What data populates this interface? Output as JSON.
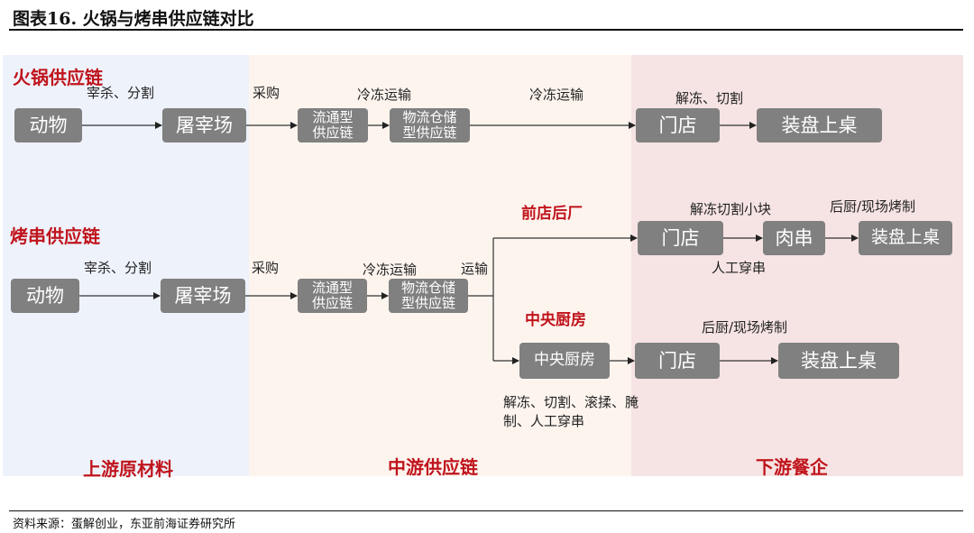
{
  "figure_title": "图表16. 火锅与烤串供应链对比",
  "source": "资料来源：蛋解创业，东亚前海证券研究所",
  "zones": {
    "upstream": "上游原材料",
    "midstream": "中游供应链",
    "downstream": "下游餐企"
  },
  "hotpot": {
    "title": "火锅供应链",
    "nodes": {
      "animal": "动物",
      "slaughterhouse": "屠宰场",
      "circulation": "流通型\n供应链",
      "logistics": "物流仓储\n型供应链",
      "store": "门店",
      "serve": "装盘上桌"
    },
    "labels": {
      "slaughter_cut": "宰杀、分割",
      "purchase": "采购",
      "cold_transport_1": "冷冻运输",
      "cold_transport_2": "冷冻运输",
      "thaw_cut": "解冻、切割"
    }
  },
  "bbq": {
    "title": "烤串供应链",
    "nodes": {
      "animal": "动物",
      "slaughterhouse": "屠宰场",
      "circulation": "流通型\n供应链",
      "logistics": "物流仓储\n型供应链",
      "store_front": "门店",
      "skewer": "肉串",
      "serve_front": "装盘上桌",
      "central_kitchen": "中央厨房",
      "store_central": "门店",
      "serve_central": "装盘上桌"
    },
    "labels": {
      "slaughter_cut": "宰杀、分割",
      "purchase": "采购",
      "cold_transport": "冷冻运输",
      "transport": "运输",
      "front_store_back_factory": "前店后厂",
      "central_kitchen_title": "中央厨房",
      "thaw_small_cut": "解冻切割小块",
      "manual_skewer": "人工穿串",
      "back_kitchen_grill_1": "后厨/现场烤制",
      "back_kitchen_grill_2": "后厨/现场烤制",
      "ck_process": "解冻、切割、滚揉、腌制、人工穿串"
    }
  }
}
